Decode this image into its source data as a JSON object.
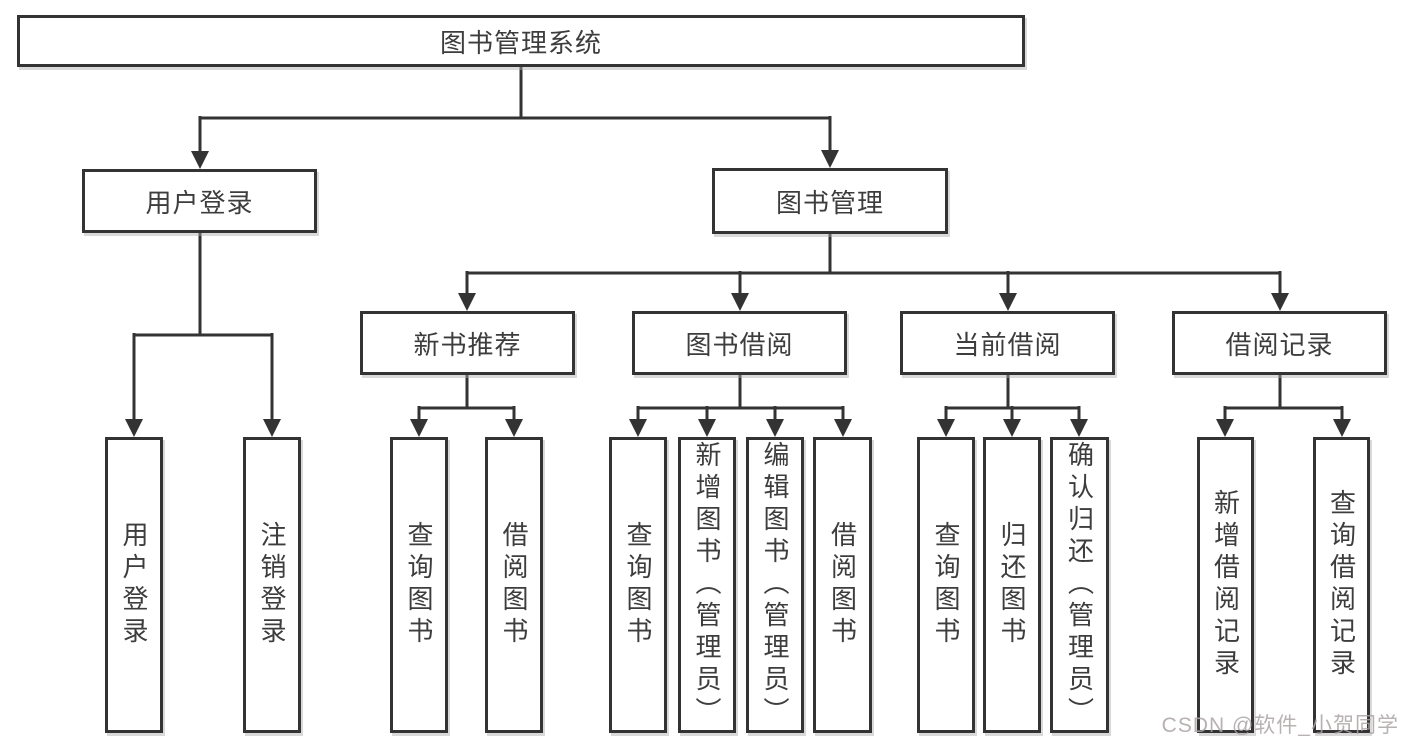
{
  "diagram_title": "图书管理系统",
  "tree": {
    "label": "图书管理系统",
    "children": [
      {
        "label": "用户登录",
        "children": [
          {
            "label": "用户登录"
          },
          {
            "label": "注销登录"
          }
        ]
      },
      {
        "label": "图书管理",
        "children": [
          {
            "label": "新书推荐",
            "children": [
              {
                "label": "查询图书"
              },
              {
                "label": "借阅图书"
              }
            ]
          },
          {
            "label": "图书借阅",
            "children": [
              {
                "label": "查询图书"
              },
              {
                "label": "新增图书（管理员）"
              },
              {
                "label": "编辑图书（管理员）"
              },
              {
                "label": "借阅图书"
              }
            ]
          },
          {
            "label": "当前借阅",
            "children": [
              {
                "label": "查询图书"
              },
              {
                "label": "归还图书"
              },
              {
                "label": "确认归还（管理员）"
              }
            ]
          },
          {
            "label": "借阅记录",
            "children": [
              {
                "label": "新增借阅记录"
              },
              {
                "label": "查询借阅记录"
              }
            ]
          }
        ]
      }
    ]
  },
  "watermark": "CSDN @软件_小贺同学",
  "colors": {
    "line": "#333333",
    "box_border": "#333333",
    "box_fill": "#ffffff",
    "text": "#3d3d3d",
    "watermark": "#aba4a4",
    "background": "#ffffff"
  }
}
